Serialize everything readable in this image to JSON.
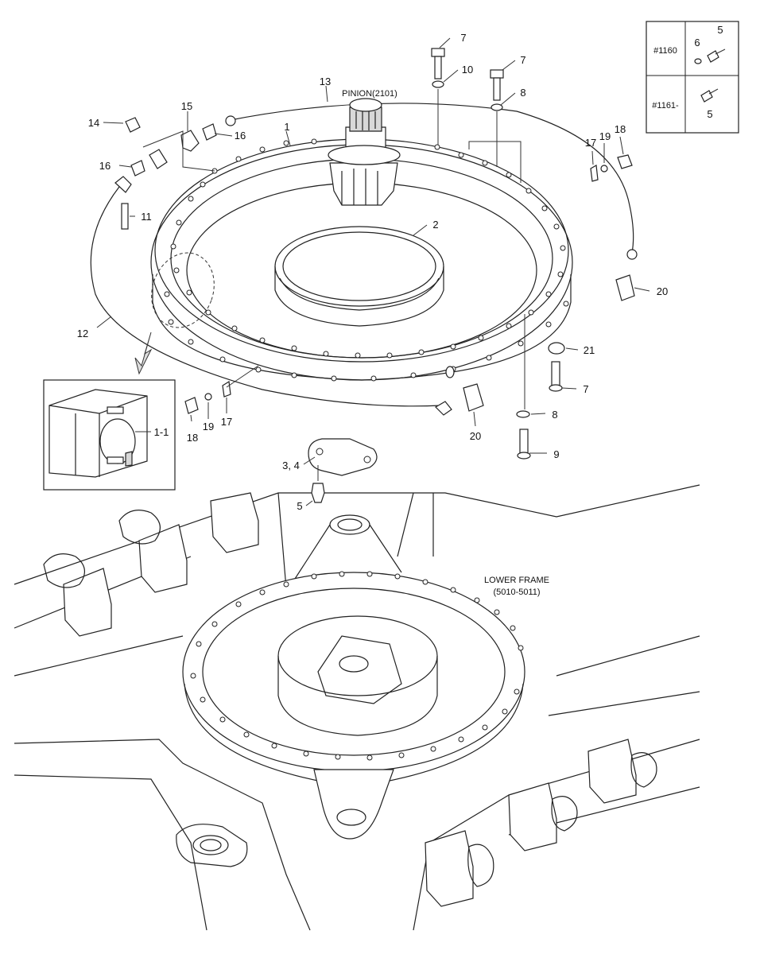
{
  "labels": {
    "pinion": "PINION(2101)",
    "lower_frame_title": "LOWER FRAME",
    "lower_frame_code": "(5010-5011)",
    "serial_box_1": "#1160",
    "serial_box_2": "#1161-"
  },
  "callouts": {
    "c1": "1",
    "c1_1": "1-1",
    "c2": "2",
    "c3_4": "3, 4",
    "c5": "5",
    "c7a": "7",
    "c7b": "7",
    "c7c": "7",
    "c8a": "8",
    "c8b": "8",
    "c9": "9",
    "c10": "10",
    "c11": "11",
    "c12": "12",
    "c13": "13",
    "c14": "14",
    "c15": "15",
    "c16a": "16",
    "c16b": "16",
    "c17a": "17",
    "c17b": "17",
    "c18a": "18",
    "c18b": "18",
    "c19a": "19",
    "c19b": "19",
    "c20a": "20",
    "c20b": "20",
    "c21": "21",
    "box_6": "6",
    "box_5a": "5",
    "box_5b": "5"
  }
}
